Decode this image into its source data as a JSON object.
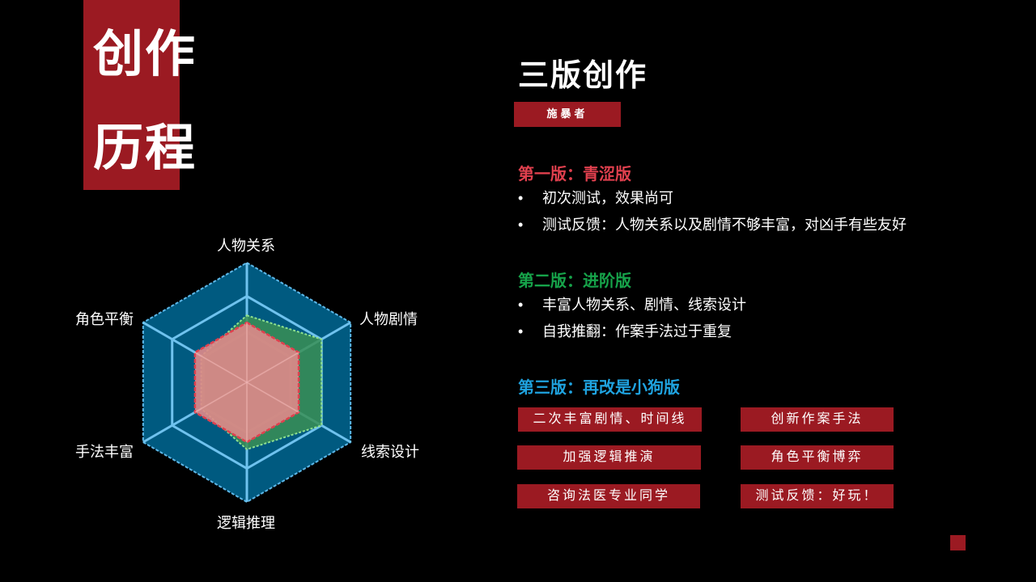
{
  "title": {
    "line1": "创作",
    "line2": "历程"
  },
  "radar": {
    "axes": [
      "人物关系",
      "人物剧情",
      "线索设计",
      "逻辑推理",
      "手法丰富",
      "角色平衡"
    ],
    "series": [
      {
        "values": [
          1.0,
          1.0,
          1.0,
          1.0,
          1.0,
          1.0
        ],
        "color": "#005a80",
        "stroke": "#5bb7e8"
      },
      {
        "values": [
          0.56,
          0.72,
          0.72,
          0.56,
          0.44,
          0.44
        ],
        "color": "#3a8f55",
        "stroke": "#8ee08e"
      },
      {
        "values": [
          0.5,
          0.5,
          0.5,
          0.5,
          0.5,
          0.5
        ],
        "color": "#e08a8a",
        "stroke": "#e0404e"
      }
    ],
    "grid_color": "#6fc2ee"
  },
  "heading": "三版创作",
  "author": "施暴者",
  "versions": [
    {
      "title": "第一版：青涩版",
      "color": "#e0404e",
      "bullets": [
        "初次测试，效果尚可",
        "测试反馈：人物关系以及剧情不够丰富，对凶手有些友好"
      ]
    },
    {
      "title": "第二版：进阶版",
      "color": "#16a34a",
      "bullets": [
        "丰富人物关系、剧情、线索设计",
        "自我推翻：作案手法过于重复"
      ]
    },
    {
      "title": "第三版：再改是小狗版",
      "color": "#1fa3e0",
      "bullets": []
    }
  ],
  "tags": [
    "二次丰富剧情、时间线",
    "创新作案手法",
    "加强逻辑推演",
    "角色平衡博弈",
    "咨询法医专业同学",
    "测试反馈：好玩！"
  ],
  "colors": {
    "accent": "#9b1a22",
    "background": "#000000"
  }
}
